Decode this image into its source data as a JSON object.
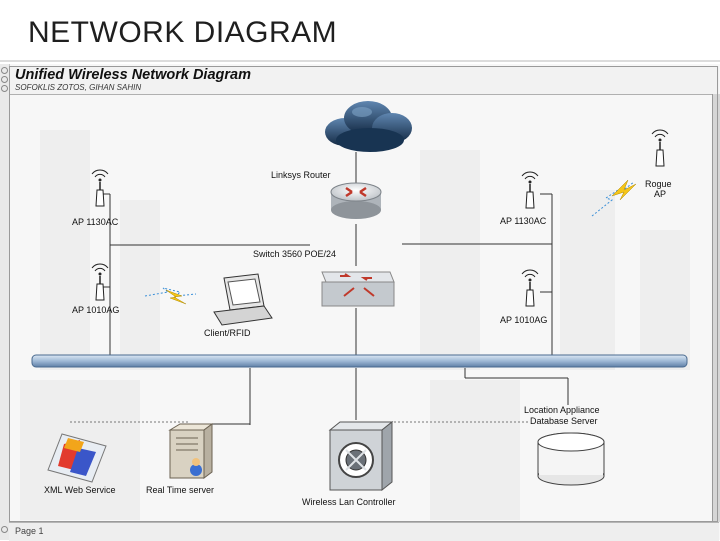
{
  "slide": {
    "title": "NETWORK DIAGRAM"
  },
  "document": {
    "title": "Unified Wireless Network Diagram",
    "author": "SOFOKLIS ZOTOS, GIHAN SAHIN",
    "page_label": "Page 1"
  },
  "labels": {
    "router": "Linksys Router",
    "switch": "Switch 3560 POE/24",
    "ap_left_top": "AP 1130AC",
    "ap_left_bottom": "AP 1010AG",
    "client": "Client/RFID",
    "ap_right_top": "AP 1130AC",
    "ap_right_bottom": "AP 1010AG",
    "rogue_line1": "Rogue",
    "rogue_line2": "AP",
    "location_line1": "Location Appliance",
    "location_line2": "Database Server",
    "xml": "XML Web Service",
    "realtime": "Real Time server",
    "wlc": "Wireless Lan Controller"
  },
  "colors": {
    "cloud": "#1f3d5e",
    "router_arrows": "#c0392b",
    "bus": "#9fb9d6",
    "lightning": "#f5c518",
    "lines": "#333333"
  },
  "icons": {
    "cloud": "cloud-icon",
    "router": "router-icon",
    "switch": "switch-icon",
    "access_point": "access-point-icon",
    "laptop": "laptop-icon",
    "server": "server-icon",
    "database": "database-icon",
    "controller": "controller-icon",
    "xml_service": "xml-service-icon",
    "wireless_link": "lightning-icon"
  }
}
